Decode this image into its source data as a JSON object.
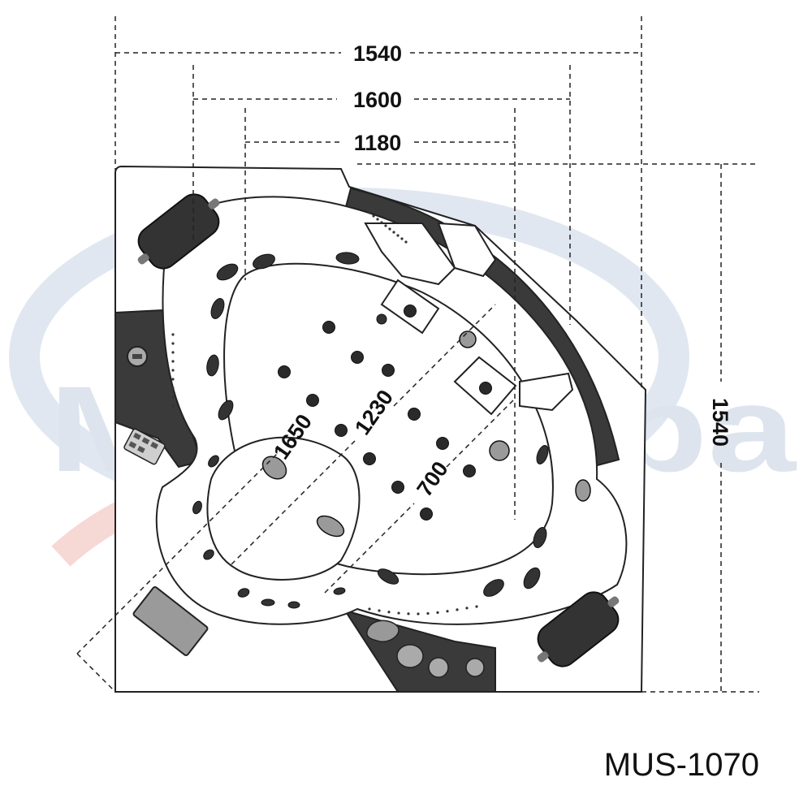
{
  "watermark": {
    "text": "MazurSpa",
    "colors": {
      "blue": "#dde4ee",
      "red": "#f6d8d5"
    }
  },
  "dimensions": {
    "top_overall_width": "1540",
    "basin_outer_width": "1600",
    "basin_inner_width": "1180",
    "right_overall_height": "1540",
    "diag_length_1650": "1650",
    "diag_length_1230": "1230",
    "diag_depth_700": "700"
  },
  "model": "MUS-1070",
  "colors": {
    "outline": "#222222",
    "panel_dark": "#3a3a3a",
    "pillow": "#333333",
    "jet": "#2a2a2a",
    "screen": "#9a9a9a"
  },
  "icons": [
    "pillow-icon",
    "jet-icon",
    "control-panel-icon",
    "tv-screen-icon",
    "faucet-icon",
    "knob-icon",
    "drain-icon"
  ]
}
